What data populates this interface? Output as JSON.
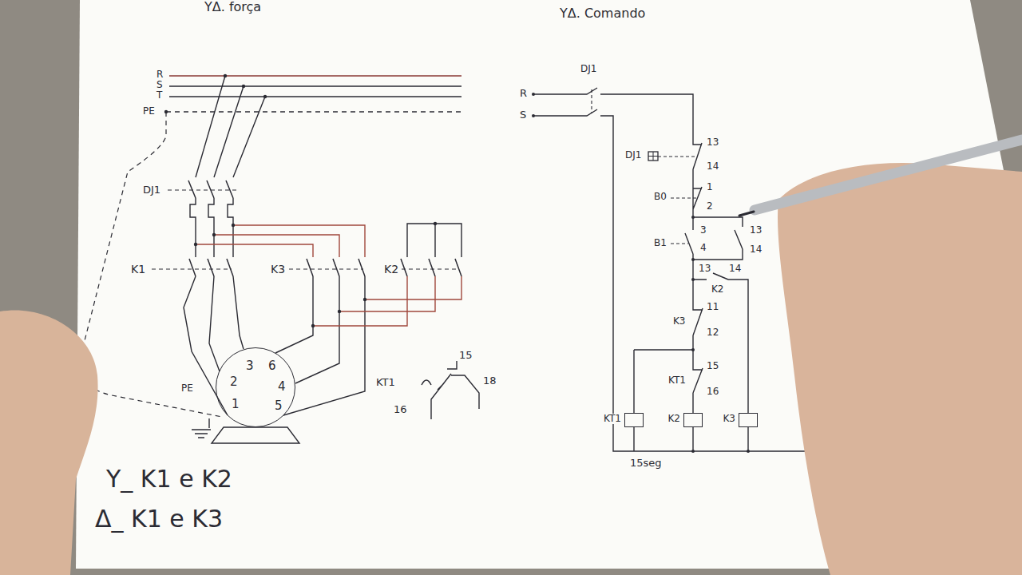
{
  "diagram": {
    "nodes": [
      {
        "text": [
          "2",
          "3",
          "6",
          "4",
          "1",
          "5"
        ]
      },
      {
        "text": [
          "KT1"
        ]
      },
      {
        "text": [
          "K2"
        ]
      },
      {
        "text": [
          "K3"
        ]
      }
    ],
    "labels": [
      "YΔ. força",
      "YΔ. Comando",
      "R",
      "S",
      "T",
      "PE",
      "DJ1",
      "K1",
      "K3",
      "K2",
      "PE",
      "Y_ K1 e K2",
      "Δ_ K1 e K3",
      "KT1",
      "15",
      "18",
      "16",
      "R",
      "S",
      "DJ1",
      "DJ1",
      "13",
      "14",
      "B0",
      "1",
      "2",
      "B1",
      "3",
      "4",
      "13",
      "14",
      "13",
      "14",
      "K2",
      "11",
      "K3",
      "12",
      "15",
      "KT1",
      "16",
      "15seg"
    ]
  }
}
